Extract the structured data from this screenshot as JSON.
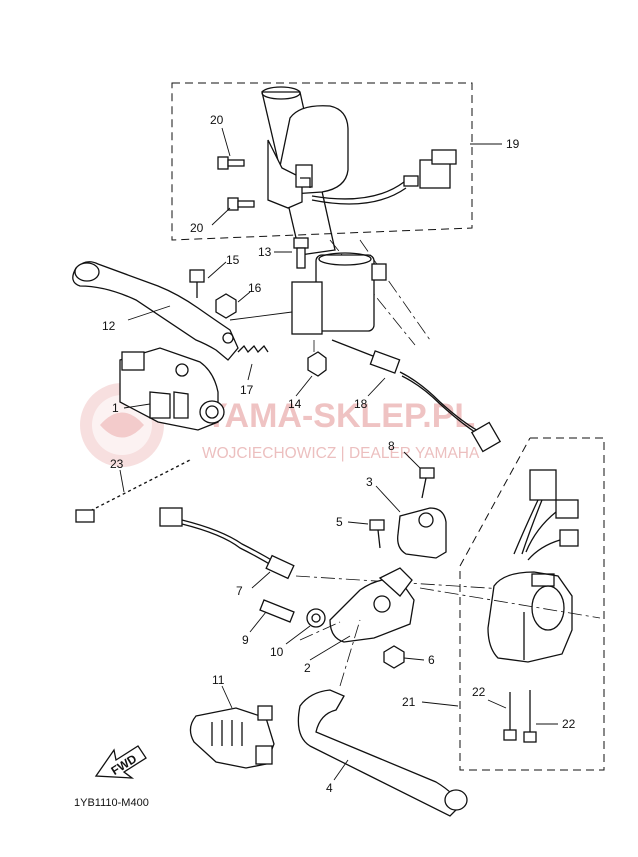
{
  "diagram": {
    "code": "1YB1110-M400",
    "fwd_label": "FWD",
    "callouts": {
      "c1": "1",
      "c2": "2",
      "c3": "3",
      "c4": "4",
      "c5": "5",
      "c6": "6",
      "c7": "7",
      "c8": "8",
      "c9": "9",
      "c10": "10",
      "c11": "11",
      "c12": "12",
      "c13": "13",
      "c14": "14",
      "c15": "15",
      "c16": "16",
      "c17": "17",
      "c18": "18",
      "c19": "19",
      "c20a": "20",
      "c20b": "20",
      "c21": "21",
      "c22a": "22",
      "c22b": "22",
      "c23": "23"
    }
  },
  "watermark": {
    "title": "YAMA-SKLEP.PL",
    "subtitle": "WOJCIECHOWICZ | DEALER YAMAHA"
  }
}
